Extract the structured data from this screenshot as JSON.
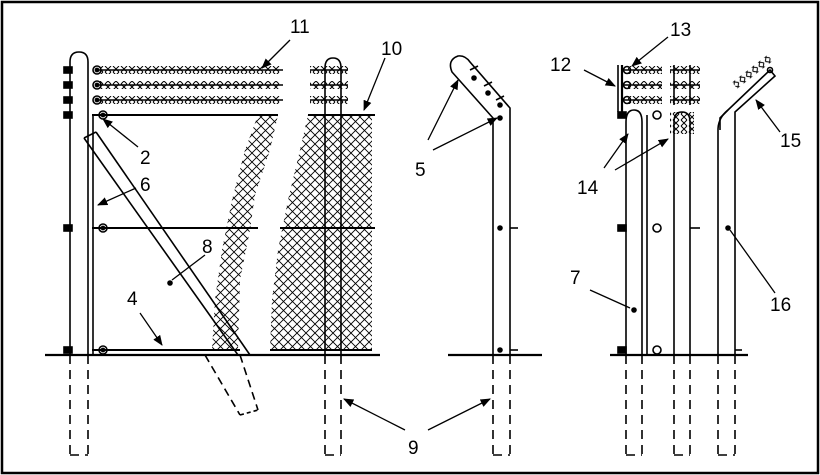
{
  "diagram": {
    "callouts": [
      {
        "id": "c11",
        "text": "11"
      },
      {
        "id": "c10",
        "text": "10"
      },
      {
        "id": "c2",
        "text": "2"
      },
      {
        "id": "c6",
        "text": "6"
      },
      {
        "id": "c8",
        "text": "8"
      },
      {
        "id": "c4",
        "text": "4"
      },
      {
        "id": "c5",
        "text": "5"
      },
      {
        "id": "c9",
        "text": "9"
      },
      {
        "id": "c13",
        "text": "13"
      },
      {
        "id": "c12",
        "text": "12"
      },
      {
        "id": "c15",
        "text": "15"
      },
      {
        "id": "c14",
        "text": "14"
      },
      {
        "id": "c7",
        "text": "7"
      },
      {
        "id": "c16",
        "text": "16"
      }
    ]
  }
}
